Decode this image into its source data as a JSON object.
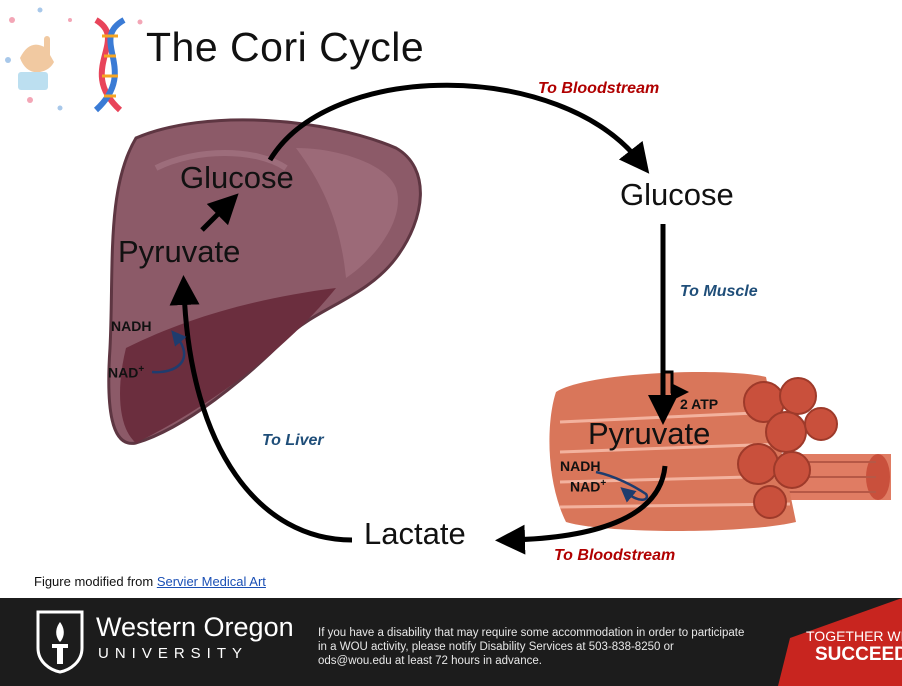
{
  "title": "The Cori Cycle",
  "liver": {
    "glucose": "Glucose",
    "pyruvate": "Pyruvate",
    "nadh": "NADH",
    "nad": "NAD",
    "nad_sup": "+"
  },
  "blood_glucose": "Glucose",
  "muscle": {
    "pyruvate": "Pyruvate",
    "atp": "2 ATP",
    "nadh": "NADH",
    "nad": "NAD",
    "nad_sup": "+"
  },
  "lactate": "Lactate",
  "arrows": {
    "to_bloodstream_top": "To Bloodstream",
    "to_muscle": "To Muscle",
    "to_liver": "To Liver",
    "to_bloodstream_bottom": "To Bloodstream"
  },
  "credit": {
    "prefix": "Figure modified  from ",
    "link": "Servier Medical Art"
  },
  "footer": {
    "university": "Western Oregon",
    "university_sub": "UNIVERSITY",
    "notice": "If you have a disability that may require some accommodation in order to participate in a WOU activity, please notify Disability Services at 503-838-8250 or ods@wou.edu at least 72 hours in advance.",
    "tagline_1": "TOGETHER WE",
    "tagline_2": "SUCCEED"
  },
  "colors": {
    "accent_red": "#b00000",
    "accent_blue": "#1f4e79",
    "liver": "#8c5a68",
    "muscle": "#d9765a",
    "footer_bg": "#1c1c1c",
    "footer_badge": "#c8251f"
  }
}
